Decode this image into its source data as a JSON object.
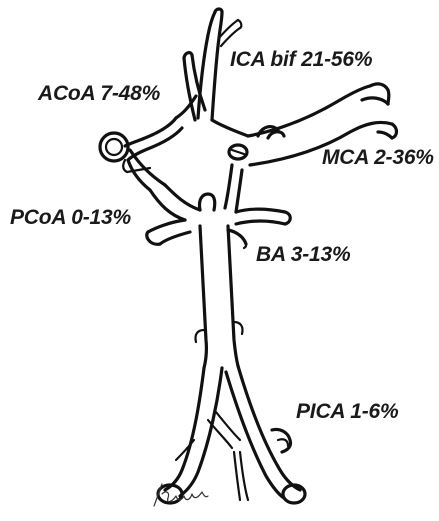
{
  "labels": {
    "ica_bif": "ICA bif 21-56%",
    "acoa": "ACoA 7-48%",
    "mca": "MCA 2-36%",
    "pcoa": "PCoA 0-13%",
    "ba": "BA 3-13%",
    "pica": "PICA 1-6%"
  },
  "signature": "Kadkhodayan",
  "colors": {
    "ink": "#111111",
    "background": "#ffffff"
  }
}
